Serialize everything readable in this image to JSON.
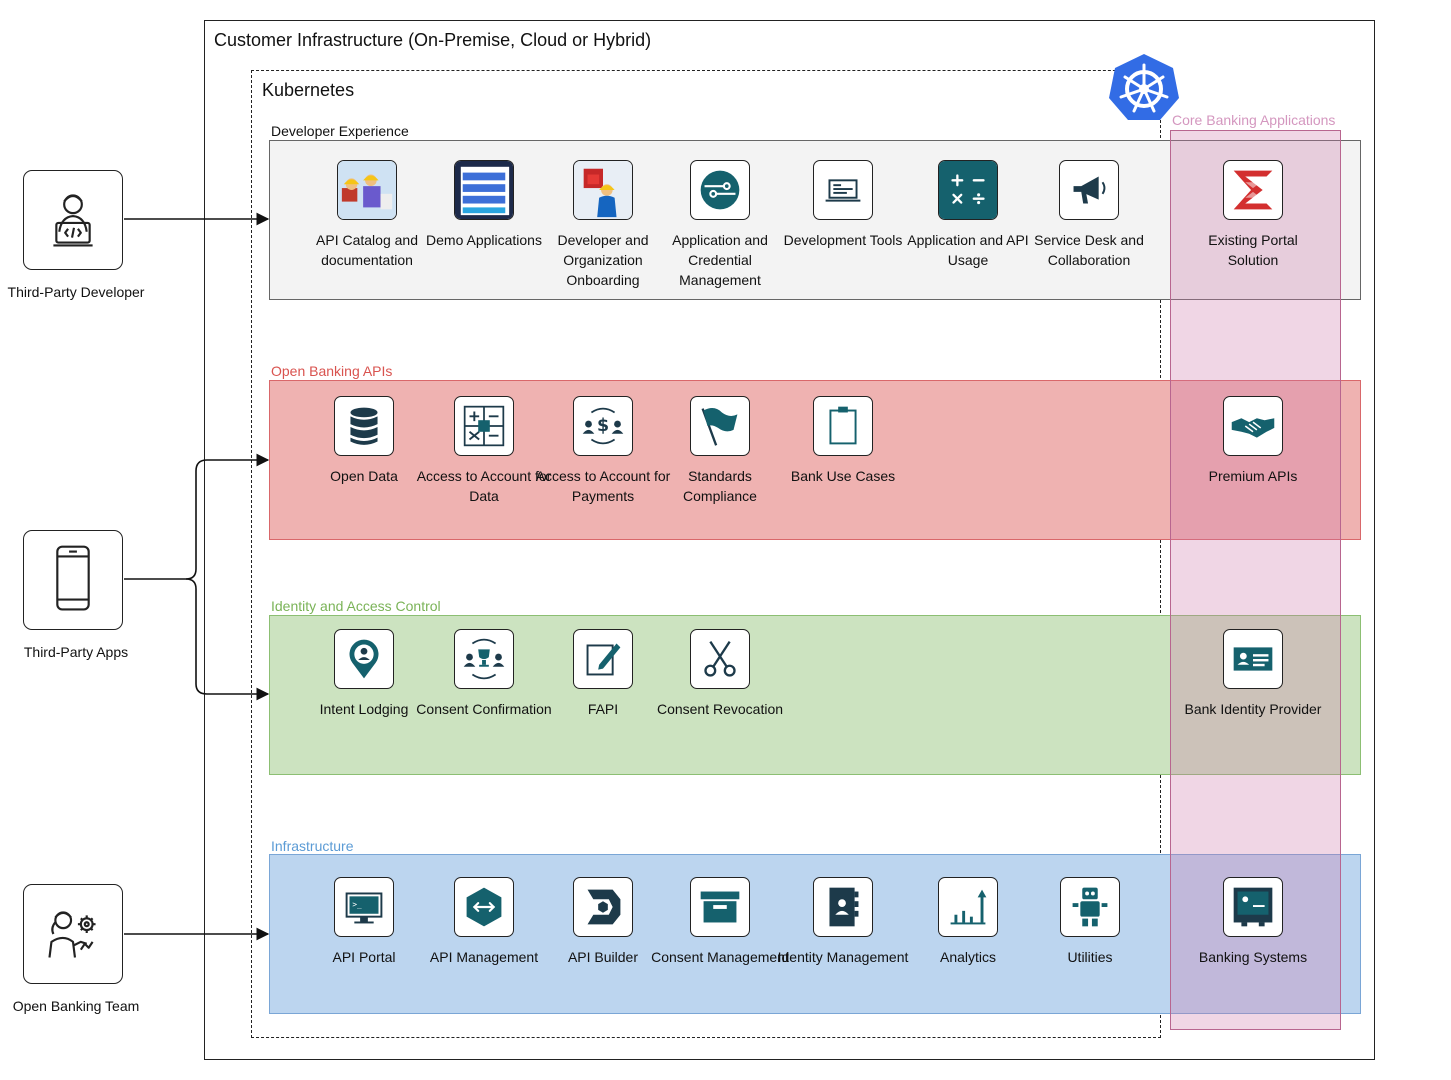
{
  "outer_title": "Customer Infrastructure (On-Premise, Cloud or Hybrid)",
  "kubernetes_title": "Kubernetes",
  "core_banking_title": "Core Banking Applications",
  "actors": [
    {
      "label": "Third-Party Developer",
      "icon": "developer-laptop-icon"
    },
    {
      "label": "Third-Party Apps",
      "icon": "smartphone-icon"
    },
    {
      "label": "Open Banking Team",
      "icon": "team-settings-icon"
    }
  ],
  "sections": {
    "developer_experience": {
      "title": "Developer Experience",
      "items": [
        {
          "label": "API Catalog and documentation",
          "icon": "catalog-photo-icon"
        },
        {
          "label": "Demo Applications",
          "icon": "demo-apps-screenshot-icon"
        },
        {
          "label": "Developer and Organization Onboarding",
          "icon": "onboarding-photo-icon"
        },
        {
          "label": "Application and Credential Management",
          "icon": "credential-circuit-icon"
        },
        {
          "label": "Development Tools",
          "icon": "laptop-icon"
        },
        {
          "label": "Application and API Usage",
          "icon": "calculator-icon"
        },
        {
          "label": "Service Desk and Collaboration",
          "icon": "megaphone-icon"
        }
      ],
      "core": {
        "label": "Existing Portal Solution",
        "icon": "portal-logo-icon"
      }
    },
    "open_banking_apis": {
      "title": "Open Banking APIs",
      "items": [
        {
          "label": "Open Data",
          "icon": "database-icon"
        },
        {
          "label": "Access to Account for Data",
          "icon": "calculator-grid-icon"
        },
        {
          "label": "Access to Account for Payments",
          "icon": "payments-exchange-icon"
        },
        {
          "label": "Standards Compliance",
          "icon": "flag-icon"
        },
        {
          "label": "Bank Use Cases",
          "icon": "clipboard-icon"
        }
      ],
      "core": {
        "label": "Premium APIs",
        "icon": "handshake-icon"
      }
    },
    "identity_access": {
      "title": "Identity and Access Control",
      "items": [
        {
          "label": "Intent Lodging",
          "icon": "location-user-icon"
        },
        {
          "label": "Consent Confirmation",
          "icon": "trophy-group-icon"
        },
        {
          "label": "FAPI",
          "icon": "edit-pencil-icon"
        },
        {
          "label": "Consent Revocation",
          "icon": "scissors-icon"
        }
      ],
      "core": {
        "label": "Bank Identity Provider",
        "icon": "id-card-icon"
      }
    },
    "infrastructure": {
      "title": "Infrastructure",
      "items": [
        {
          "label": "API Portal",
          "icon": "terminal-monitor-icon"
        },
        {
          "label": "API Management",
          "icon": "hexagon-arrows-icon"
        },
        {
          "label": "API Builder",
          "icon": "builder-gear-icon"
        },
        {
          "label": "Consent Management",
          "icon": "archive-box-icon"
        },
        {
          "label": "Identity Management",
          "icon": "contact-book-icon"
        },
        {
          "label": "Analytics",
          "icon": "bar-chart-icon"
        },
        {
          "label": "Utilities",
          "icon": "robot-icon"
        }
      ],
      "core": {
        "label": "Banking Systems",
        "icon": "banking-system-icon"
      }
    }
  }
}
